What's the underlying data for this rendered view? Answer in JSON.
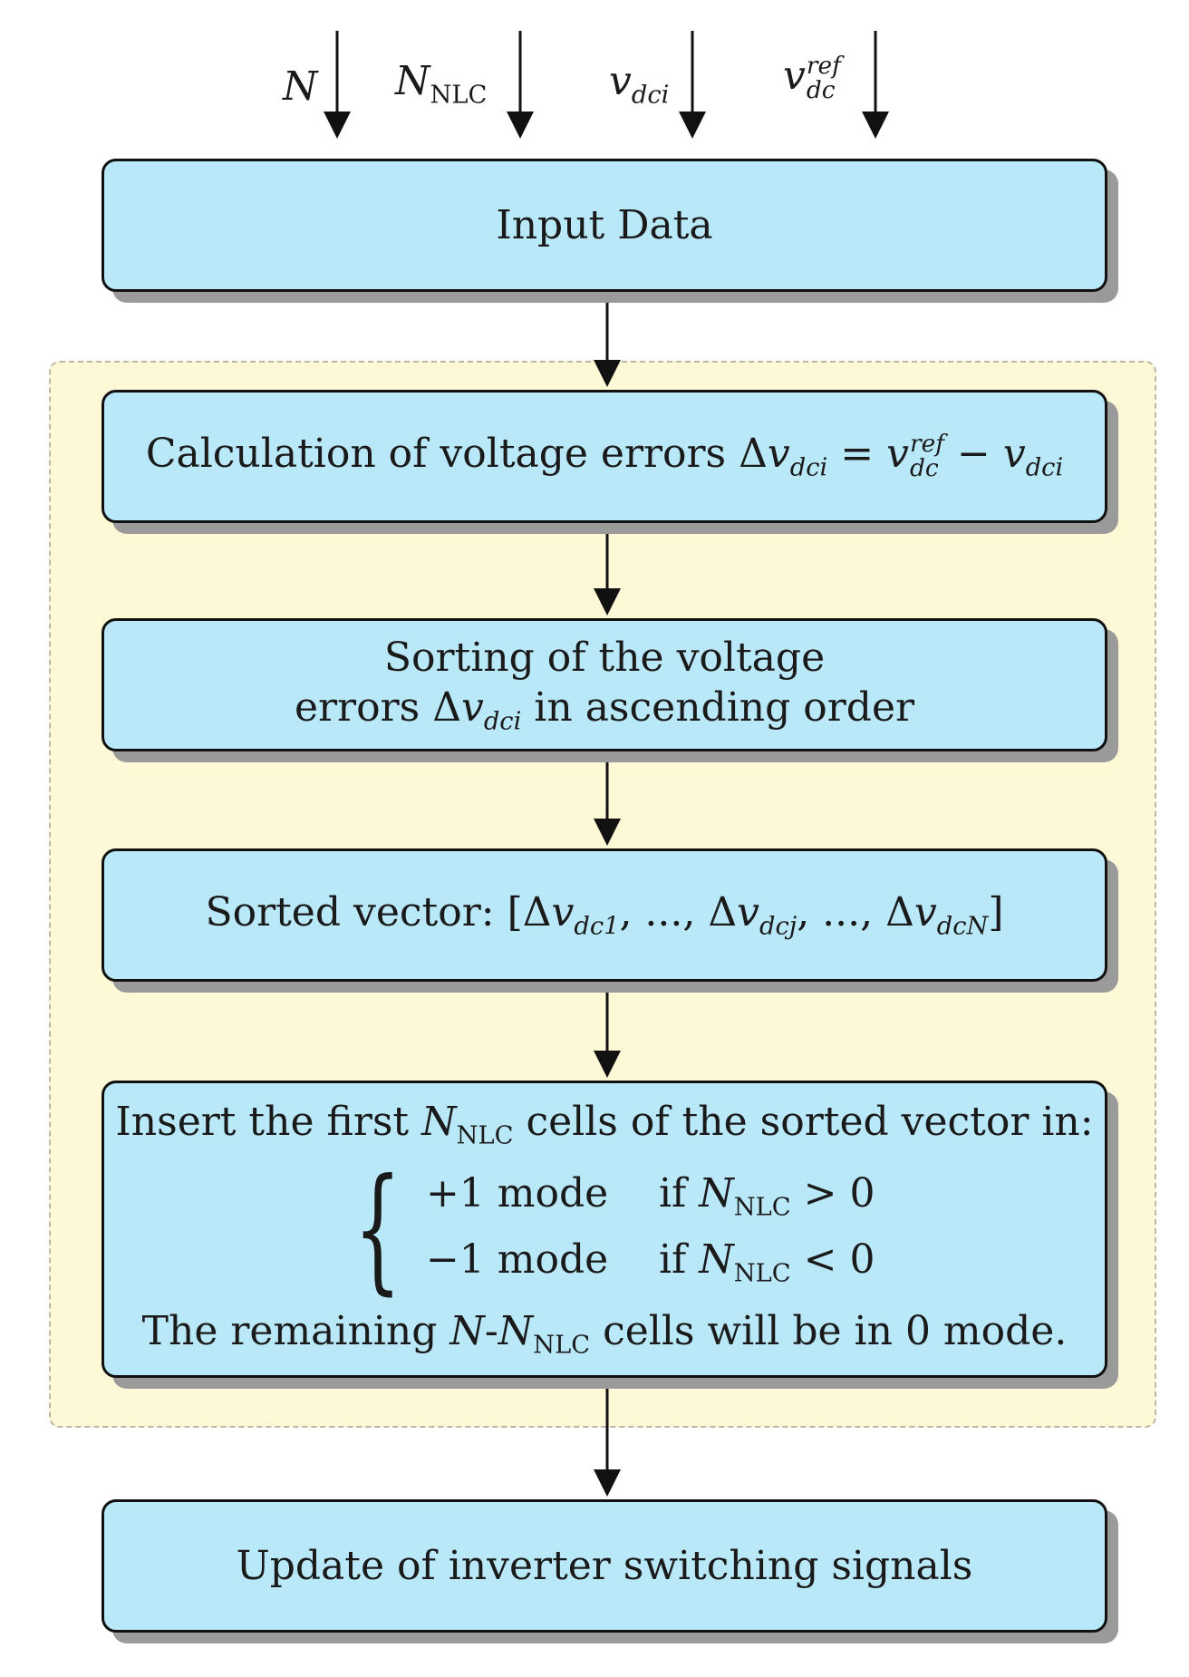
{
  "inputs": {
    "n": "N",
    "nnlc_base": "N",
    "nnlc_sub": "NLC",
    "vdci_base": "v",
    "vdci_sub": "dci",
    "vref_base": "v",
    "vref_sup": "ref",
    "vref_sub": "dc"
  },
  "box1": {
    "text": "Input Data"
  },
  "box2": {
    "text": "Calculation of voltage errors",
    "delta": "Δ",
    "v": "v",
    "sub_dci": "dci",
    "eq": "=",
    "sup_ref": "ref",
    "sub_dc": "dc",
    "minus": "−"
  },
  "box3": {
    "line1": "Sorting of the voltage",
    "line2_pre": "errors",
    "line2_post": "in ascending order"
  },
  "box4": {
    "prefix": "Sorted vector:",
    "lbracket": "[",
    "rbracket": "]",
    "sub1": "dc1",
    "subj": "dcj",
    "subN": "dcN",
    "sep": ", ...,",
    "comma": ","
  },
  "box5": {
    "line1_pre": "Insert the first",
    "line1_post": "cells of the sorted vector in:",
    "case1_mode": "+1 mode",
    "case1_cond_pre": "if",
    "case1_cond_post": "> 0",
    "case2_mode": "−1 mode",
    "case2_cond_pre": "if",
    "case2_cond_post": "< 0",
    "line3_pre": "The remaining",
    "line3_mid": "-",
    "line3_post": "cells will be in 0 mode."
  },
  "box6": {
    "text": "Update of inverter switching signals"
  }
}
